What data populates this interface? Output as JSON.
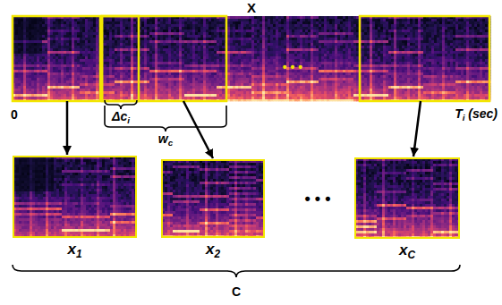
{
  "diagram": {
    "nodes": [
      {
        "text": [
          "X"
        ]
      },
      {
        "text": [
          "x1"
        ]
      },
      {
        "text": [
          "x2"
        ]
      },
      {
        "text": [
          "xC"
        ]
      }
    ],
    "edges": [
      {
        "from": 0,
        "to": 1,
        "arrow": "to"
      },
      {
        "from": 0,
        "to": 2,
        "arrow": "to"
      },
      {
        "from": 0,
        "to": 3,
        "arrow": "to"
      }
    ],
    "labels": [
      "0",
      "Δci",
      "wc",
      "Ti (sec)",
      "• • •",
      "• • •",
      "C"
    ]
  }
}
